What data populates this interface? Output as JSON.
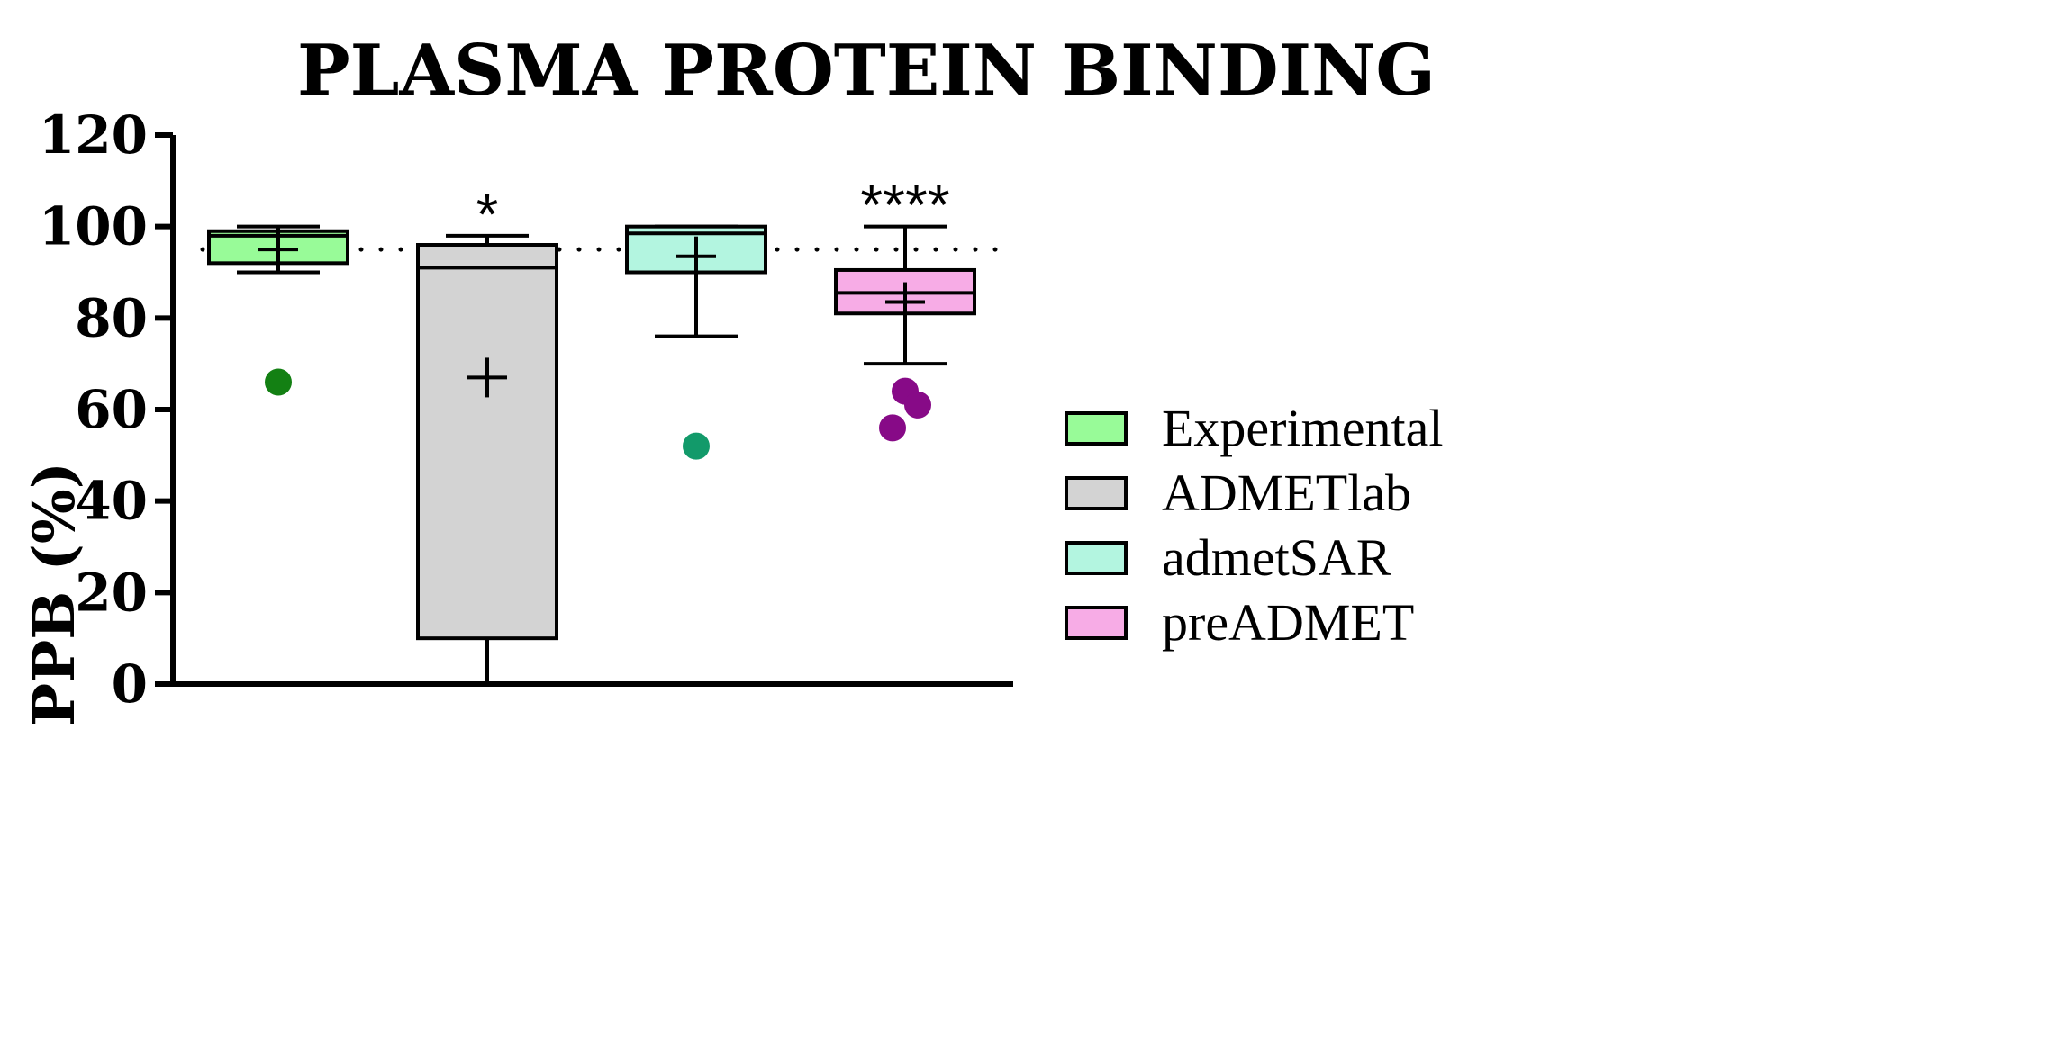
{
  "chart_data": {
    "type": "box",
    "title": "PLASMA PROTEIN BINDING",
    "ylabel": "PPB (%)",
    "xlabel": "",
    "ylim": [
      0,
      120
    ],
    "yticks": [
      0,
      20,
      40,
      60,
      80,
      100,
      120
    ],
    "grid": false,
    "legend_position": "right",
    "reference_line": {
      "y": 95,
      "style": "dotted"
    },
    "series": [
      {
        "name": "Experimental",
        "color": "#98fb98",
        "outlier_color": "#138013",
        "whisker_low": 90,
        "q1": 92,
        "median": 98,
        "q3": 99,
        "whisker_high": 100,
        "mean": 95,
        "outliers": [
          66
        ],
        "annotation": ""
      },
      {
        "name": "ADMETlab",
        "color": "#d3d3d3",
        "outlier_color": "#555555",
        "whisker_low": 0,
        "q1": 10,
        "median": 91,
        "q3": 96,
        "whisker_high": 98,
        "mean": 67,
        "outliers": [],
        "annotation": "*"
      },
      {
        "name": "admetSAR",
        "color": "#b3f5e0",
        "outlier_color": "#129a6a",
        "whisker_low": 76,
        "q1": 90,
        "median": 98.5,
        "q3": 100,
        "whisker_high": 100,
        "mean": 93.5,
        "outliers": [
          52
        ],
        "annotation": ""
      },
      {
        "name": "preADMET",
        "color": "#f7ace6",
        "outlier_color": "#870a87",
        "whisker_low": 70,
        "q1": 81,
        "median": 85.5,
        "q3": 90.5,
        "whisker_high": 100,
        "mean": 83.5,
        "outliers": [
          64,
          61,
          56
        ],
        "annotation": "****"
      }
    ]
  }
}
